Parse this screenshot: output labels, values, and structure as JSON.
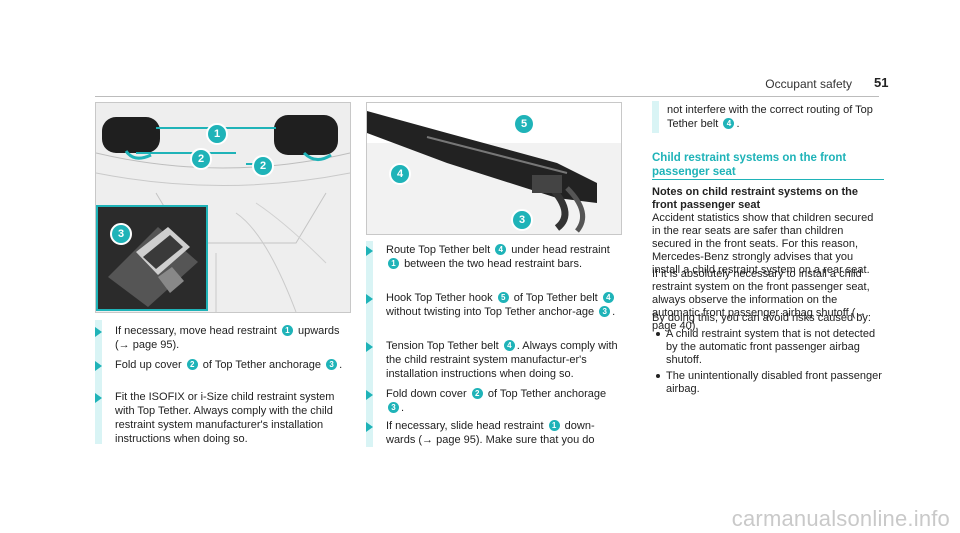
{
  "header": {
    "section": "Occupant safety",
    "page_number": "51"
  },
  "figure1": {
    "callouts": [
      "1",
      "2",
      "2",
      "3"
    ]
  },
  "figure2": {
    "callouts": [
      "5",
      "4",
      "3"
    ]
  },
  "col1_steps": [
    {
      "pre": "If necessary, move head restraint",
      "b1": "1",
      "post": "upwards (→ page 95)."
    },
    {
      "pre": "Fold up cover",
      "b1": "2",
      "mid": "of Top Tether anchorage",
      "b2": "3",
      "post": "."
    },
    {
      "text": "Fit the ISOFIX or i-Size child restraint system with Top Tether. Always comply with the child restraint system manufacturer's installation instructions when doing so."
    }
  ],
  "col2_steps": [
    {
      "pre": "Route Top Tether belt",
      "b1": "4",
      "mid": "under head restraint",
      "b2": "1",
      "post": "between the two head restraint bars."
    },
    {
      "pre": "Hook Top Tether hook",
      "b1": "5",
      "mid": "of Top Tether belt",
      "b2": "4",
      "mid2": "without twisting into Top Tether anchor-age",
      "b3": "3",
      "post": "."
    },
    {
      "pre": "Tension Top Tether belt",
      "b1": "4",
      "post": ". Always comply with the child restraint system manufactur-er's installation instructions when doing so."
    },
    {
      "pre": "Fold down cover",
      "b1": "2",
      "mid": "of Top Tether anchorage",
      "b2": "3",
      "post": "."
    },
    {
      "pre": "If necessary, slide head restraint",
      "b1": "1",
      "post": "down-wards (→ page 95). Make sure that you do"
    }
  ],
  "col3": {
    "continued_pre": "not interfere with the correct routing of Top Tether belt",
    "continued_badge": "4",
    "continued_post": ".",
    "section_title": "Child restraint systems on the front passenger seat",
    "note_heading": "Notes on child restraint systems on the front passenger seat",
    "para1": "Accident statistics show that children secured in the rear seats are safer than children secured in the front seats. For this reason, Mercedes-Benz strongly advises that you install a child restraint system on a rear seat.",
    "para2": "If it is absolutely necessary to install a child restraint system on the front passenger seat, always observe the information on the automatic front passenger airbag shutoff (→ page 40).",
    "para3": "By doing this, you can avoid risks caused by:",
    "bullets": [
      "A child restraint system that is not detected by the automatic front passenger airbag shutoff.",
      "The unintentionally disabled front passenger airbag."
    ]
  },
  "footer": {
    "watermark": "carmanualsonline.info"
  },
  "colors": {
    "accent": "#1fb3b8",
    "step_bar": "#d9f4f5"
  }
}
